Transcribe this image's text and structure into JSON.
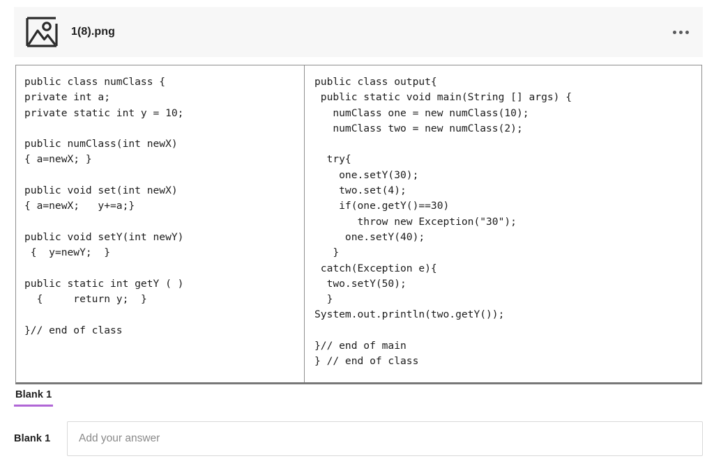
{
  "attachment": {
    "icon": "image-icon",
    "filename": "1(8).png",
    "menu_icon": "more-options-icon"
  },
  "code_panels": {
    "left": "public class numClass {\nprivate int a;\nprivate static int y = 10;\n\npublic numClass(int newX)\n{ a=newX; }\n\npublic void set(int newX)\n{ a=newX;   y+=a;}\n\npublic void setY(int newY)\n { \ty=newY;  }\n\npublic static int getY ( )\n  { \treturn y;  }\n\n}// end of class",
    "right": "public class output{\n public static void main(String [] args) {\n   numClass one = new numClass(10);\n   numClass two = new numClass(2);\n\n  try{\n    one.setY(30);\n    two.set(4);\n    if(one.getY()==30)\n       throw new Exception(\"30\");\n     one.setY(40);\n   }\n catch(Exception e){\n  two.setY(50);\n  }\nSystem.out.println(two.getY());\n\n}// end of main\n} // end of class"
  },
  "blanks": {
    "tabs": [
      {
        "label": "Blank 1",
        "active": true
      }
    ],
    "answer": {
      "label": "Blank 1",
      "value": "",
      "placeholder": "Add your answer"
    }
  },
  "colors": {
    "accent_underline": "#b066d6",
    "header_background": "#f7f7f7",
    "table_border": "#8e8e8e",
    "input_border": "#d8d8d8",
    "placeholder_text": "#8a8a8a"
  }
}
